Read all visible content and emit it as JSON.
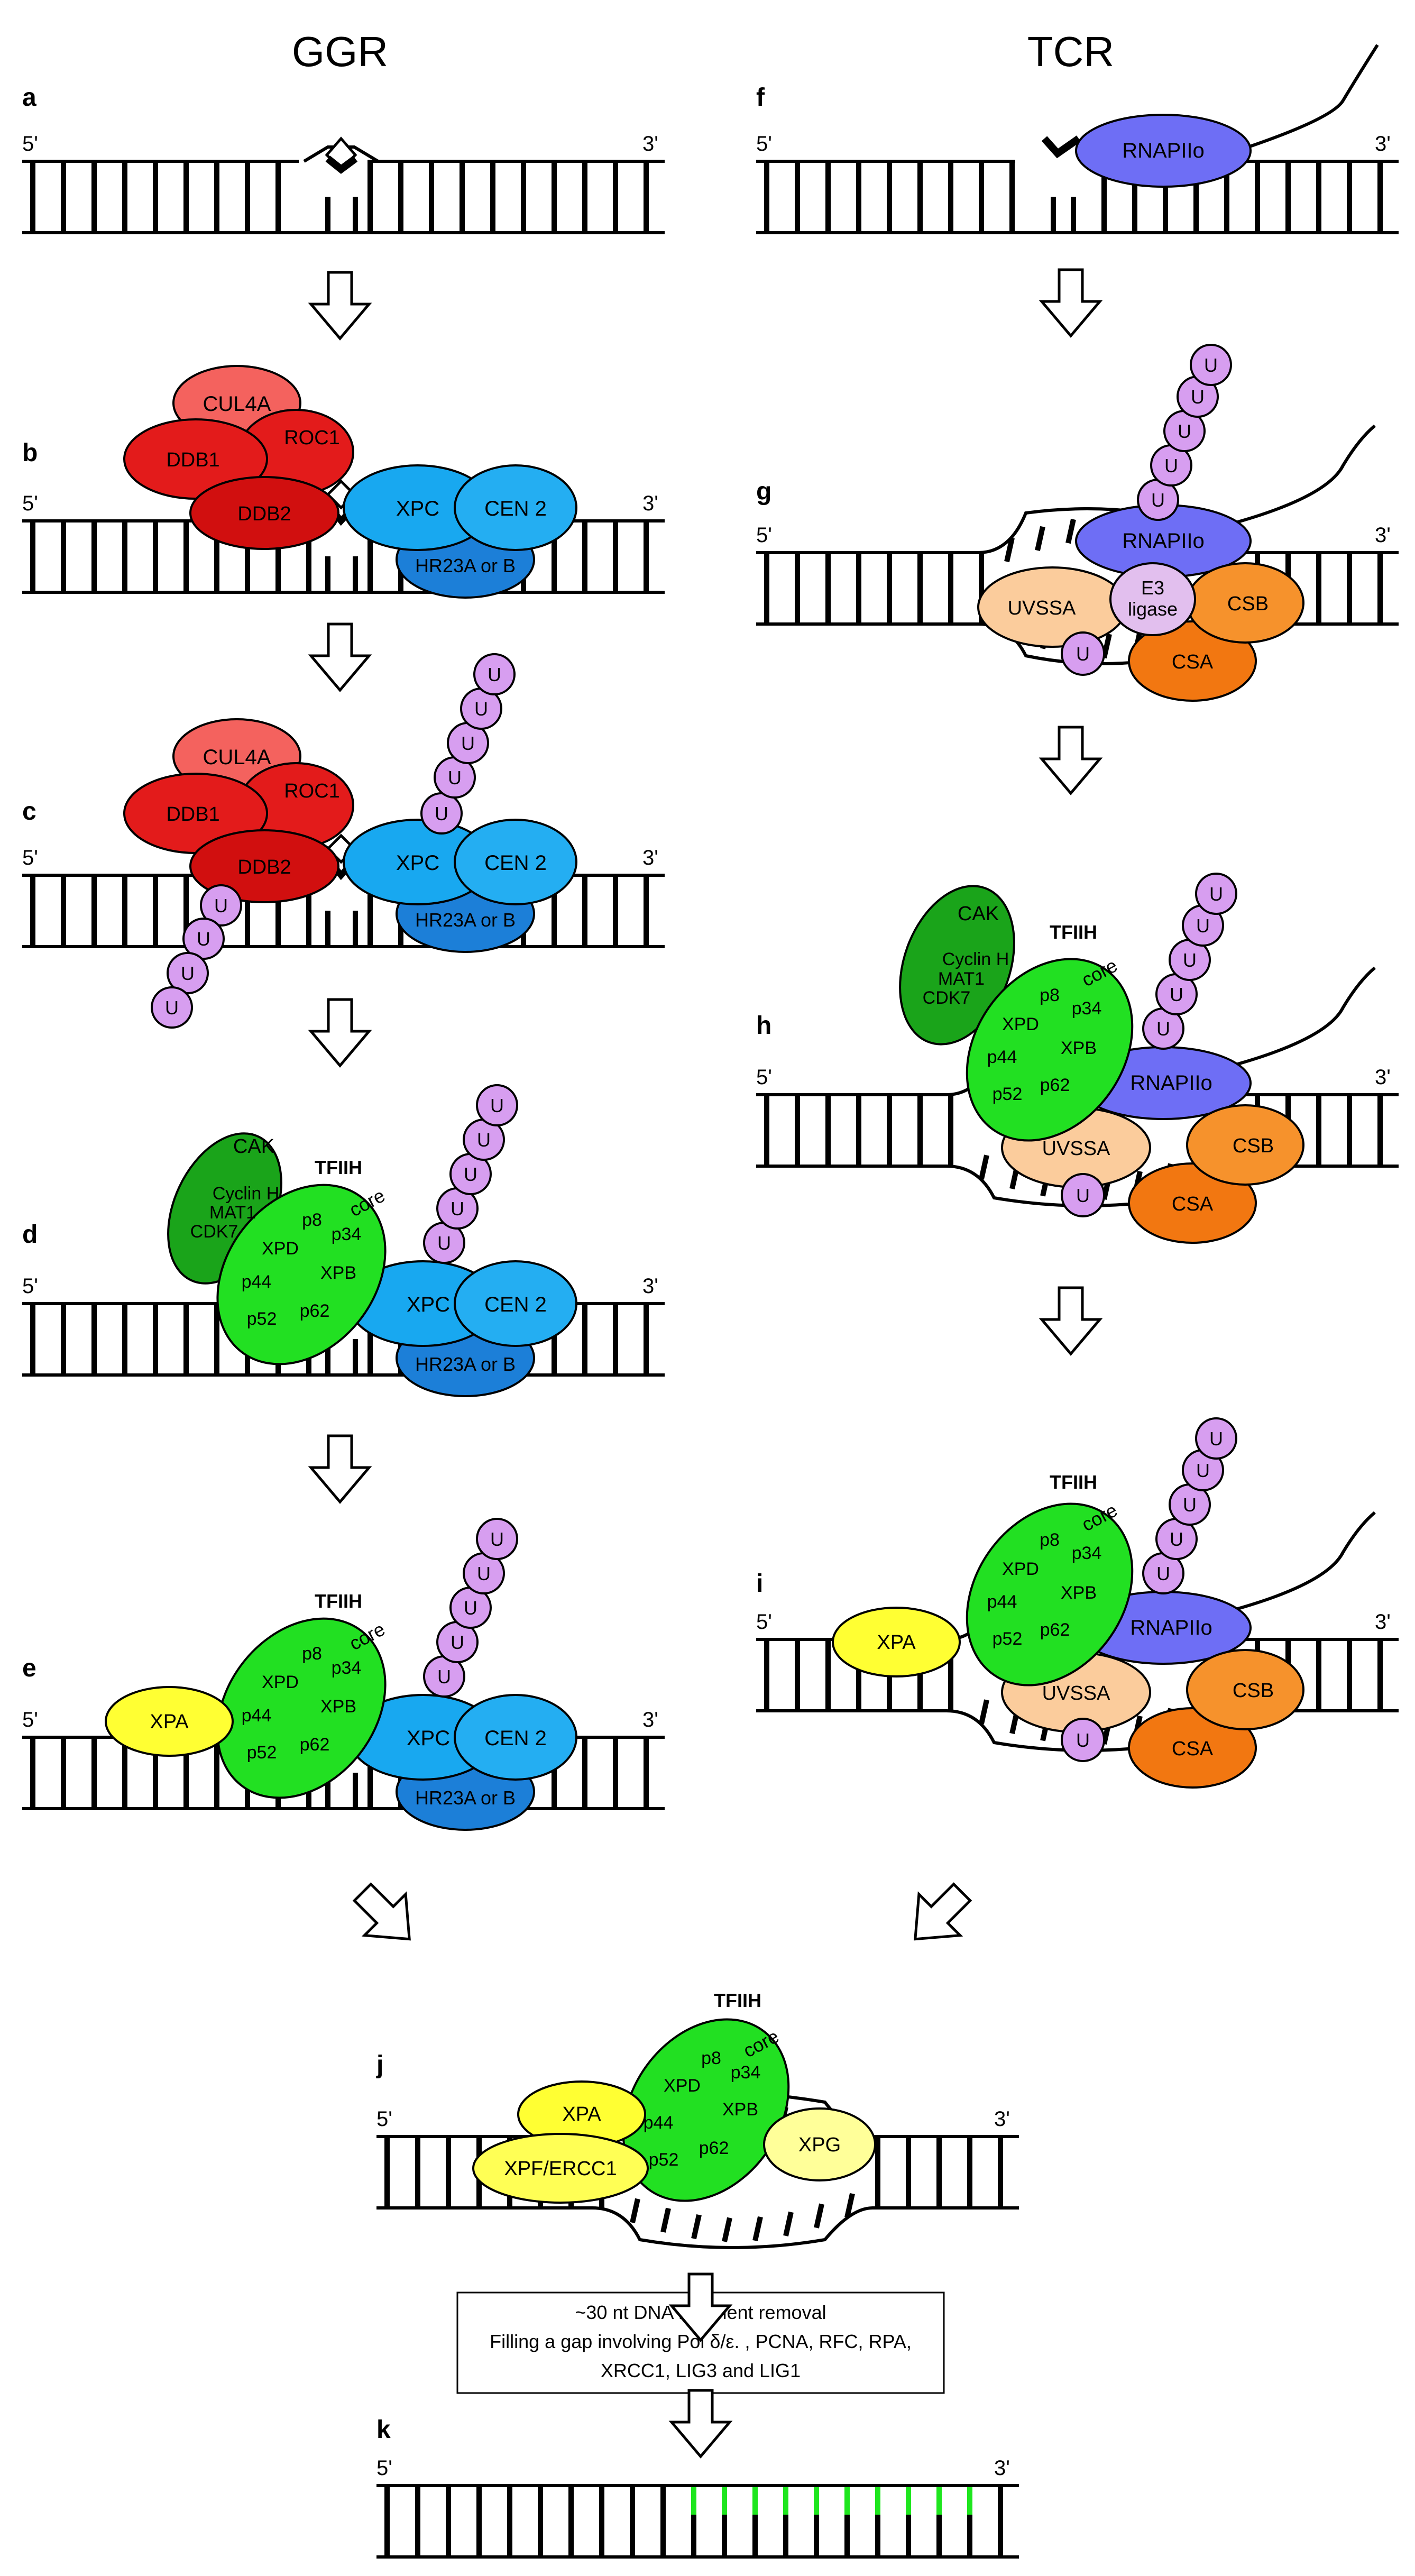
{
  "headers": {
    "left": "GGR",
    "right": "TCR"
  },
  "panel_letters": {
    "a": "a",
    "b": "b",
    "c": "c",
    "d": "d",
    "e": "e",
    "f": "f",
    "g": "g",
    "h": "h",
    "i": "i",
    "j": "j",
    "k": "k"
  },
  "ends": {
    "five": "5'",
    "three": "3'"
  },
  "proteins": {
    "cul4a": "CUL4A",
    "ddb1": "DDB1",
    "ddb2": "DDB2",
    "roc1": "ROC1",
    "xpc": "XPC",
    "cen2": "CEN 2",
    "hr23": "HR23A or B",
    "ub": "U",
    "rnap": "RNAPIIo",
    "uvssa": "UVSSA",
    "e3_line1": "E3",
    "e3_line2": "ligase",
    "csb": "CSB",
    "csa": "CSA",
    "cak": "CAK",
    "tfiih": "TFIIH",
    "core": "core",
    "cyclin_h": "Cyclin H",
    "mat1": "MAT1",
    "cdk7": "CDK7",
    "p8": "p8",
    "p34": "p34",
    "xpd": "XPD",
    "xpb": "XPB",
    "p44": "p44",
    "p52": "p52",
    "p62": "p62",
    "xpa": "XPA",
    "xpg": "XPG",
    "xpf": "XPF/ERCC1"
  },
  "note": {
    "line1": "~30 nt DNA fragment removal",
    "line2": "Filling a gap involving Pol δ/ε. , PCNA, RFC, RPA,",
    "line3": "XRCC1, LIG3 and LIG1"
  },
  "colors": {
    "cul4a": "#f4625e",
    "ddb": "#e31b1b",
    "ddb2": "#d10f0f",
    "xpc": "#18a8f0",
    "cen2": "#24aef2",
    "hr23": "#1c7fd8",
    "ub": "#d79ef0",
    "rnap": "#6e6ef5",
    "uvssa": "#fbcc9c",
    "e3": "#e2bfee",
    "csb": "#f6922c",
    "csa": "#f27711",
    "tfiih": "#22e022",
    "cak": "#1aa41a",
    "xpa": "#ffff33",
    "xpg": "#ffff99",
    "xpf": "#ffff55",
    "repair_patch": "#1ee61e"
  }
}
